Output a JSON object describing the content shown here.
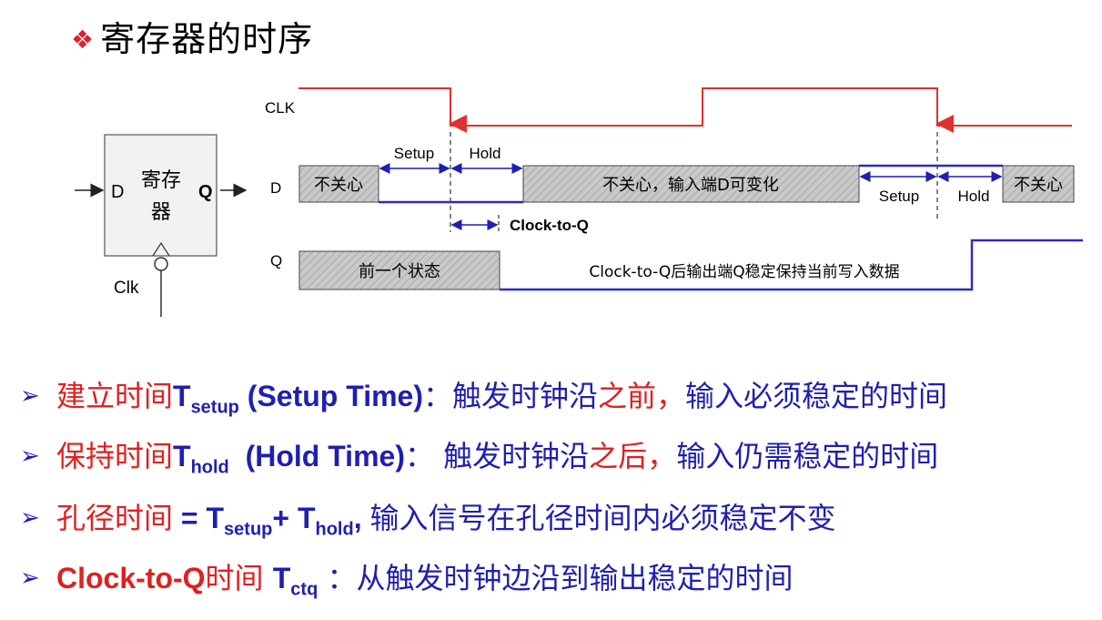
{
  "title": {
    "symbol": "❖",
    "text": "寄存器的时序"
  },
  "register": {
    "label_line1": "寄存",
    "label_line2": "器",
    "input": "D",
    "output": "Q",
    "clock": "Clk"
  },
  "timing": {
    "clk_label": "CLK",
    "d_label": "D",
    "q_label": "Q",
    "setup": "Setup",
    "hold": "Hold",
    "d_dontcare_1": "不关心",
    "d_dontcare_2": "不关心，输入端D可变化",
    "d_dontcare_3": "不关心",
    "setup2": "Setup",
    "hold2": "Hold",
    "clock_to_q": "Clock-to-Q",
    "q_prev": "前一个状态",
    "q_stable": "Clock-to-Q后输出端Q稳定保持当前写入数据"
  },
  "bullets": [
    {
      "marker": "➢",
      "name": "建立时间",
      "T": "T",
      "sub": "setup",
      "paren": " (Setup Time)",
      "colon": "：",
      "text1": "触发时钟沿",
      "emph": "之前，",
      "text2": "输入必须稳定的时间"
    },
    {
      "marker": "➢",
      "name": "保持时间",
      "T": "T",
      "sub": "hold",
      "paren": "  (Hold Time)",
      "colon": "： ",
      "text1": "触发时钟沿",
      "emph": "之后，",
      "text2": "输入仍需稳定的时间"
    },
    {
      "marker": "➢",
      "name": "孔径时间",
      "eq": " = T",
      "sub1": "setup",
      "plus": "+ T",
      "sub2": "hold",
      "comma": ", ",
      "text": "输入信号在孔径时间内必须稳定不变"
    },
    {
      "marker": "➢",
      "name": "Clock-to-Q",
      "name2": "时间 ",
      "T": "T",
      "sub": "ctq",
      "colon": " ：",
      "text": "从触发时钟边沿到输出稳定的时间"
    }
  ],
  "colors": {
    "red": "#e02020",
    "blue": "#1f1fb0",
    "gray_fill": "#c8c8c8",
    "clk_line": "#e03030",
    "signal": "#2a2ac8"
  }
}
